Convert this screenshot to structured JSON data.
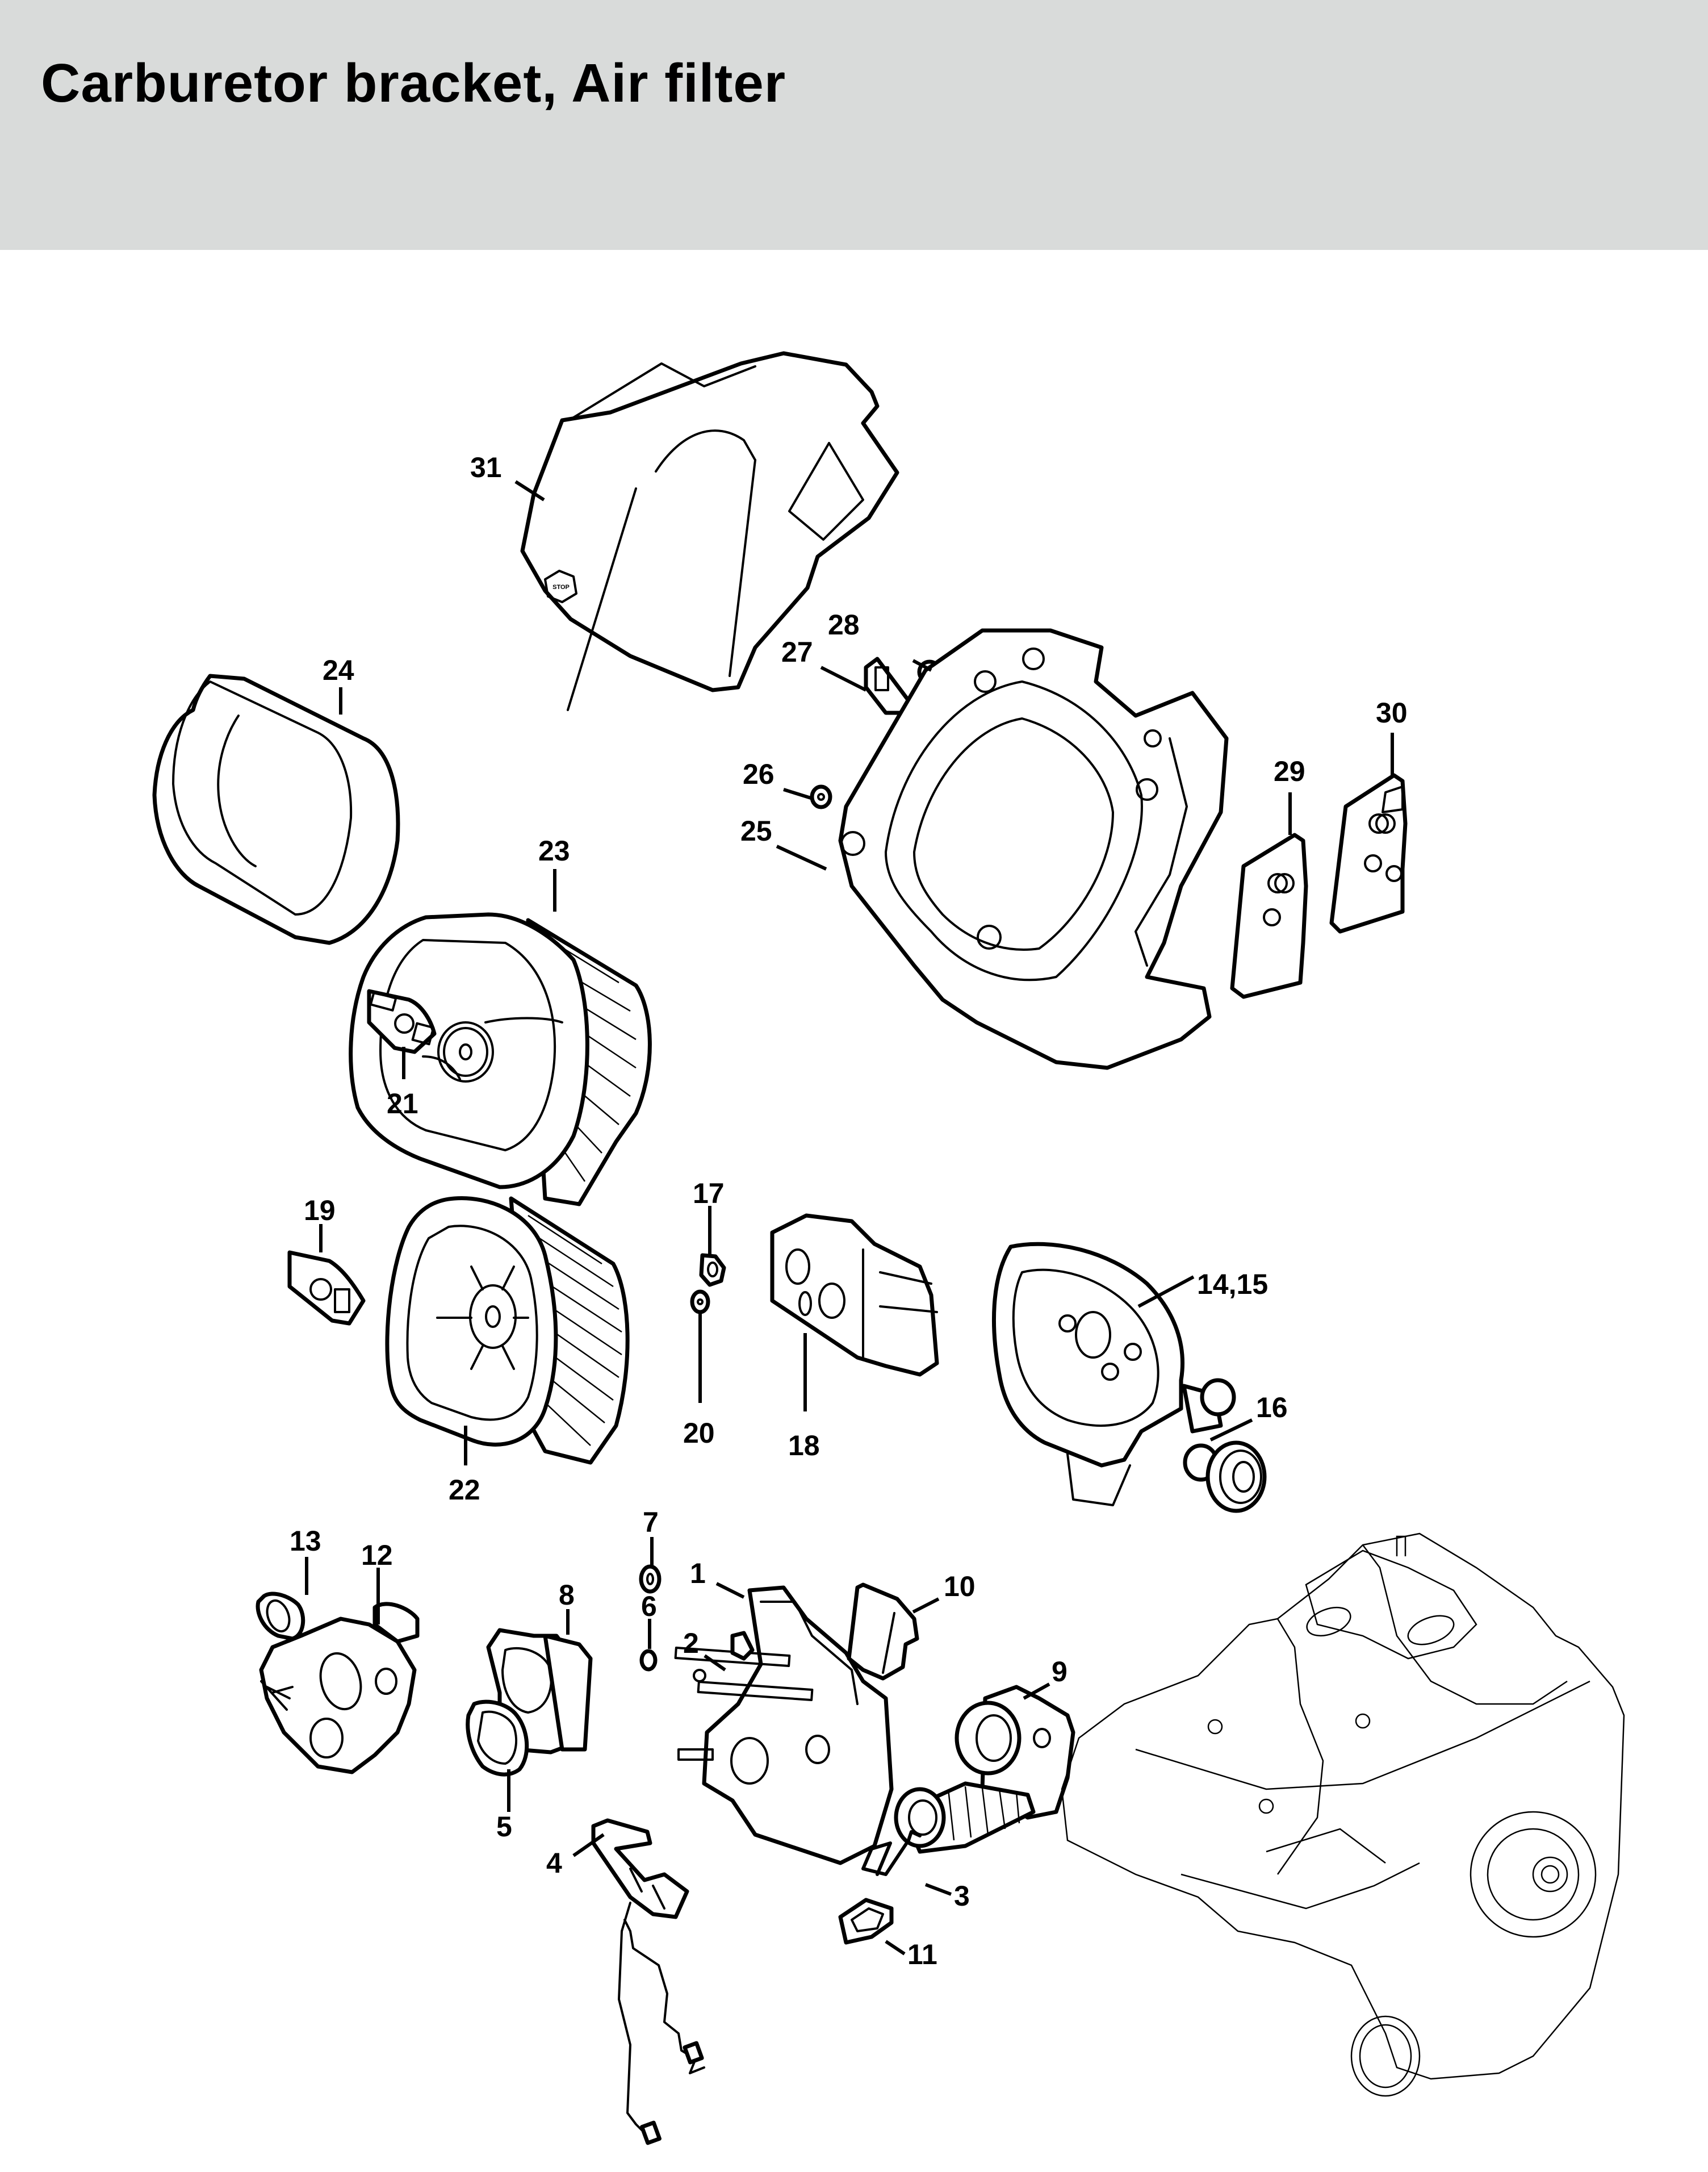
{
  "header": {
    "title": "Carburetor bracket, Air filter",
    "background_color": "#d9dbda"
  },
  "diagram": {
    "type": "exploded-parts-diagram",
    "parts": [
      {
        "id": "31",
        "label": "31",
        "name": "air-filter-cover"
      },
      {
        "id": "28",
        "label": "28",
        "name": "torx-screw"
      },
      {
        "id": "27",
        "label": "27",
        "name": "clip"
      },
      {
        "id": "26",
        "label": "26",
        "name": "washer"
      },
      {
        "id": "25",
        "label": "25",
        "name": "shroud"
      },
      {
        "id": "30",
        "label": "30",
        "name": "cover-plate"
      },
      {
        "id": "29",
        "label": "29",
        "name": "cover-plate"
      },
      {
        "id": "24",
        "label": "24",
        "name": "prefilter"
      },
      {
        "id": "23",
        "label": "23",
        "name": "air-filter"
      },
      {
        "id": "21",
        "label": "21",
        "name": "wing-nut"
      },
      {
        "id": "19",
        "label": "19",
        "name": "wing-nut"
      },
      {
        "id": "22",
        "label": "22",
        "name": "air-filter"
      },
      {
        "id": "17",
        "label": "17",
        "name": "nut"
      },
      {
        "id": "20",
        "label": "20",
        "name": "washer"
      },
      {
        "id": "18",
        "label": "18",
        "name": "baffle"
      },
      {
        "id": "14,15",
        "label": "14,15",
        "name": "air-filter-base"
      },
      {
        "id": "16",
        "label": "16",
        "name": "grommet"
      },
      {
        "id": "7",
        "label": "7",
        "name": "washer"
      },
      {
        "id": "13",
        "label": "13",
        "name": "sleeve"
      },
      {
        "id": "12",
        "label": "12",
        "name": "carburetor"
      },
      {
        "id": "8",
        "label": "8",
        "name": "gasket-plate"
      },
      {
        "id": "6",
        "label": "6",
        "name": "washer"
      },
      {
        "id": "1",
        "label": "1",
        "name": "carburetor-bracket"
      },
      {
        "id": "2",
        "label": "2",
        "name": "clip"
      },
      {
        "id": "10",
        "label": "10",
        "name": "baffle-plate"
      },
      {
        "id": "9",
        "label": "9",
        "name": "intake-manifold"
      },
      {
        "id": "5",
        "label": "5",
        "name": "gasket"
      },
      {
        "id": "4",
        "label": "4",
        "name": "throttle-rod-assembly"
      },
      {
        "id": "3",
        "label": "3",
        "name": "spring"
      },
      {
        "id": "11",
        "label": "11",
        "name": "grommet"
      }
    ],
    "stamp_text": "STOP"
  }
}
